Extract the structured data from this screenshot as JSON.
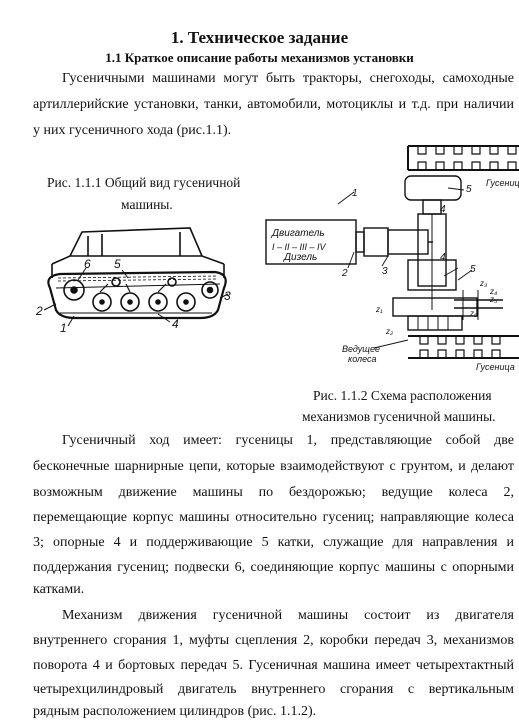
{
  "heading": "1. Техническое задание",
  "subheading": "1.1 Краткое описание работы механизмов установки",
  "intro": {
    "line1": "Гусеничными машинами могут быть тракторы, снегоходы, самоходные",
    "line2": "артиллерийские установки, танки, автомобили, мотоциклы и т.д. при наличии",
    "line3": "у них гусеничного хода (рис.1.1)."
  },
  "fig1": {
    "caption_line1": "Рис. 1.1.1 Общий вид гусеничной",
    "caption_line2": "машины.",
    "labels": {
      "l1": "1",
      "l2": "2",
      "l3": "3",
      "l4": "4",
      "l5": "5",
      "l6": "6"
    }
  },
  "fig2": {
    "caption_line1": "Рис. 1.1.2 Схема расположения",
    "caption_line2": "механизмов гусеничной машины.",
    "labels": {
      "engine": "Двигатель",
      "diesel": "Дизель",
      "gears": "I – II – III – IV",
      "drive_wheel_1": "Ведущее",
      "drive_wheel_2": "колеса",
      "track_top": "Гусеница",
      "track_bottom": "Гусеница",
      "n1": "1",
      "n2": "2",
      "n3": "3",
      "n4a": "4",
      "n4b": "4",
      "n5a": "5",
      "n5b": "5",
      "z1": "z₁",
      "z2": "z₂",
      "z3": "z₃",
      "z4": "z₄",
      "z5": "z₅",
      "z6": "z₆"
    }
  },
  "para2": {
    "lines": [
      "Гусеничный ход имеет: гусеницы 1, представляющие собой две",
      "бесконечные шарнирные цепи, которые взаимодействуют с грунтом, и делают",
      "возможным движение машины по бездорожью; ведущие колеса 2,",
      "перемещающие корпус машины относительно гусениц; направляющие колеса",
      "3; опорные 4 и поддерживающие 5 катки, служащие для направления и",
      "поддержания гусениц; подвески 6, соединяющие корпус машины с опорными",
      "катками."
    ]
  },
  "para3": {
    "lines": [
      "Механизм движения гусеничной машины состоит из двигателя",
      "внутреннего сгорания 1, муфты сцепления 2, коробки передач 3, механизмов",
      "поворота 4 и бортовых передач 5. Гусеничная машина имеет четырехтактный",
      "четырехцилиндровый двигатель внутреннего сгорания с вертикальным",
      "рядным расположением цилиндров (рис. 1.1.2)."
    ]
  }
}
